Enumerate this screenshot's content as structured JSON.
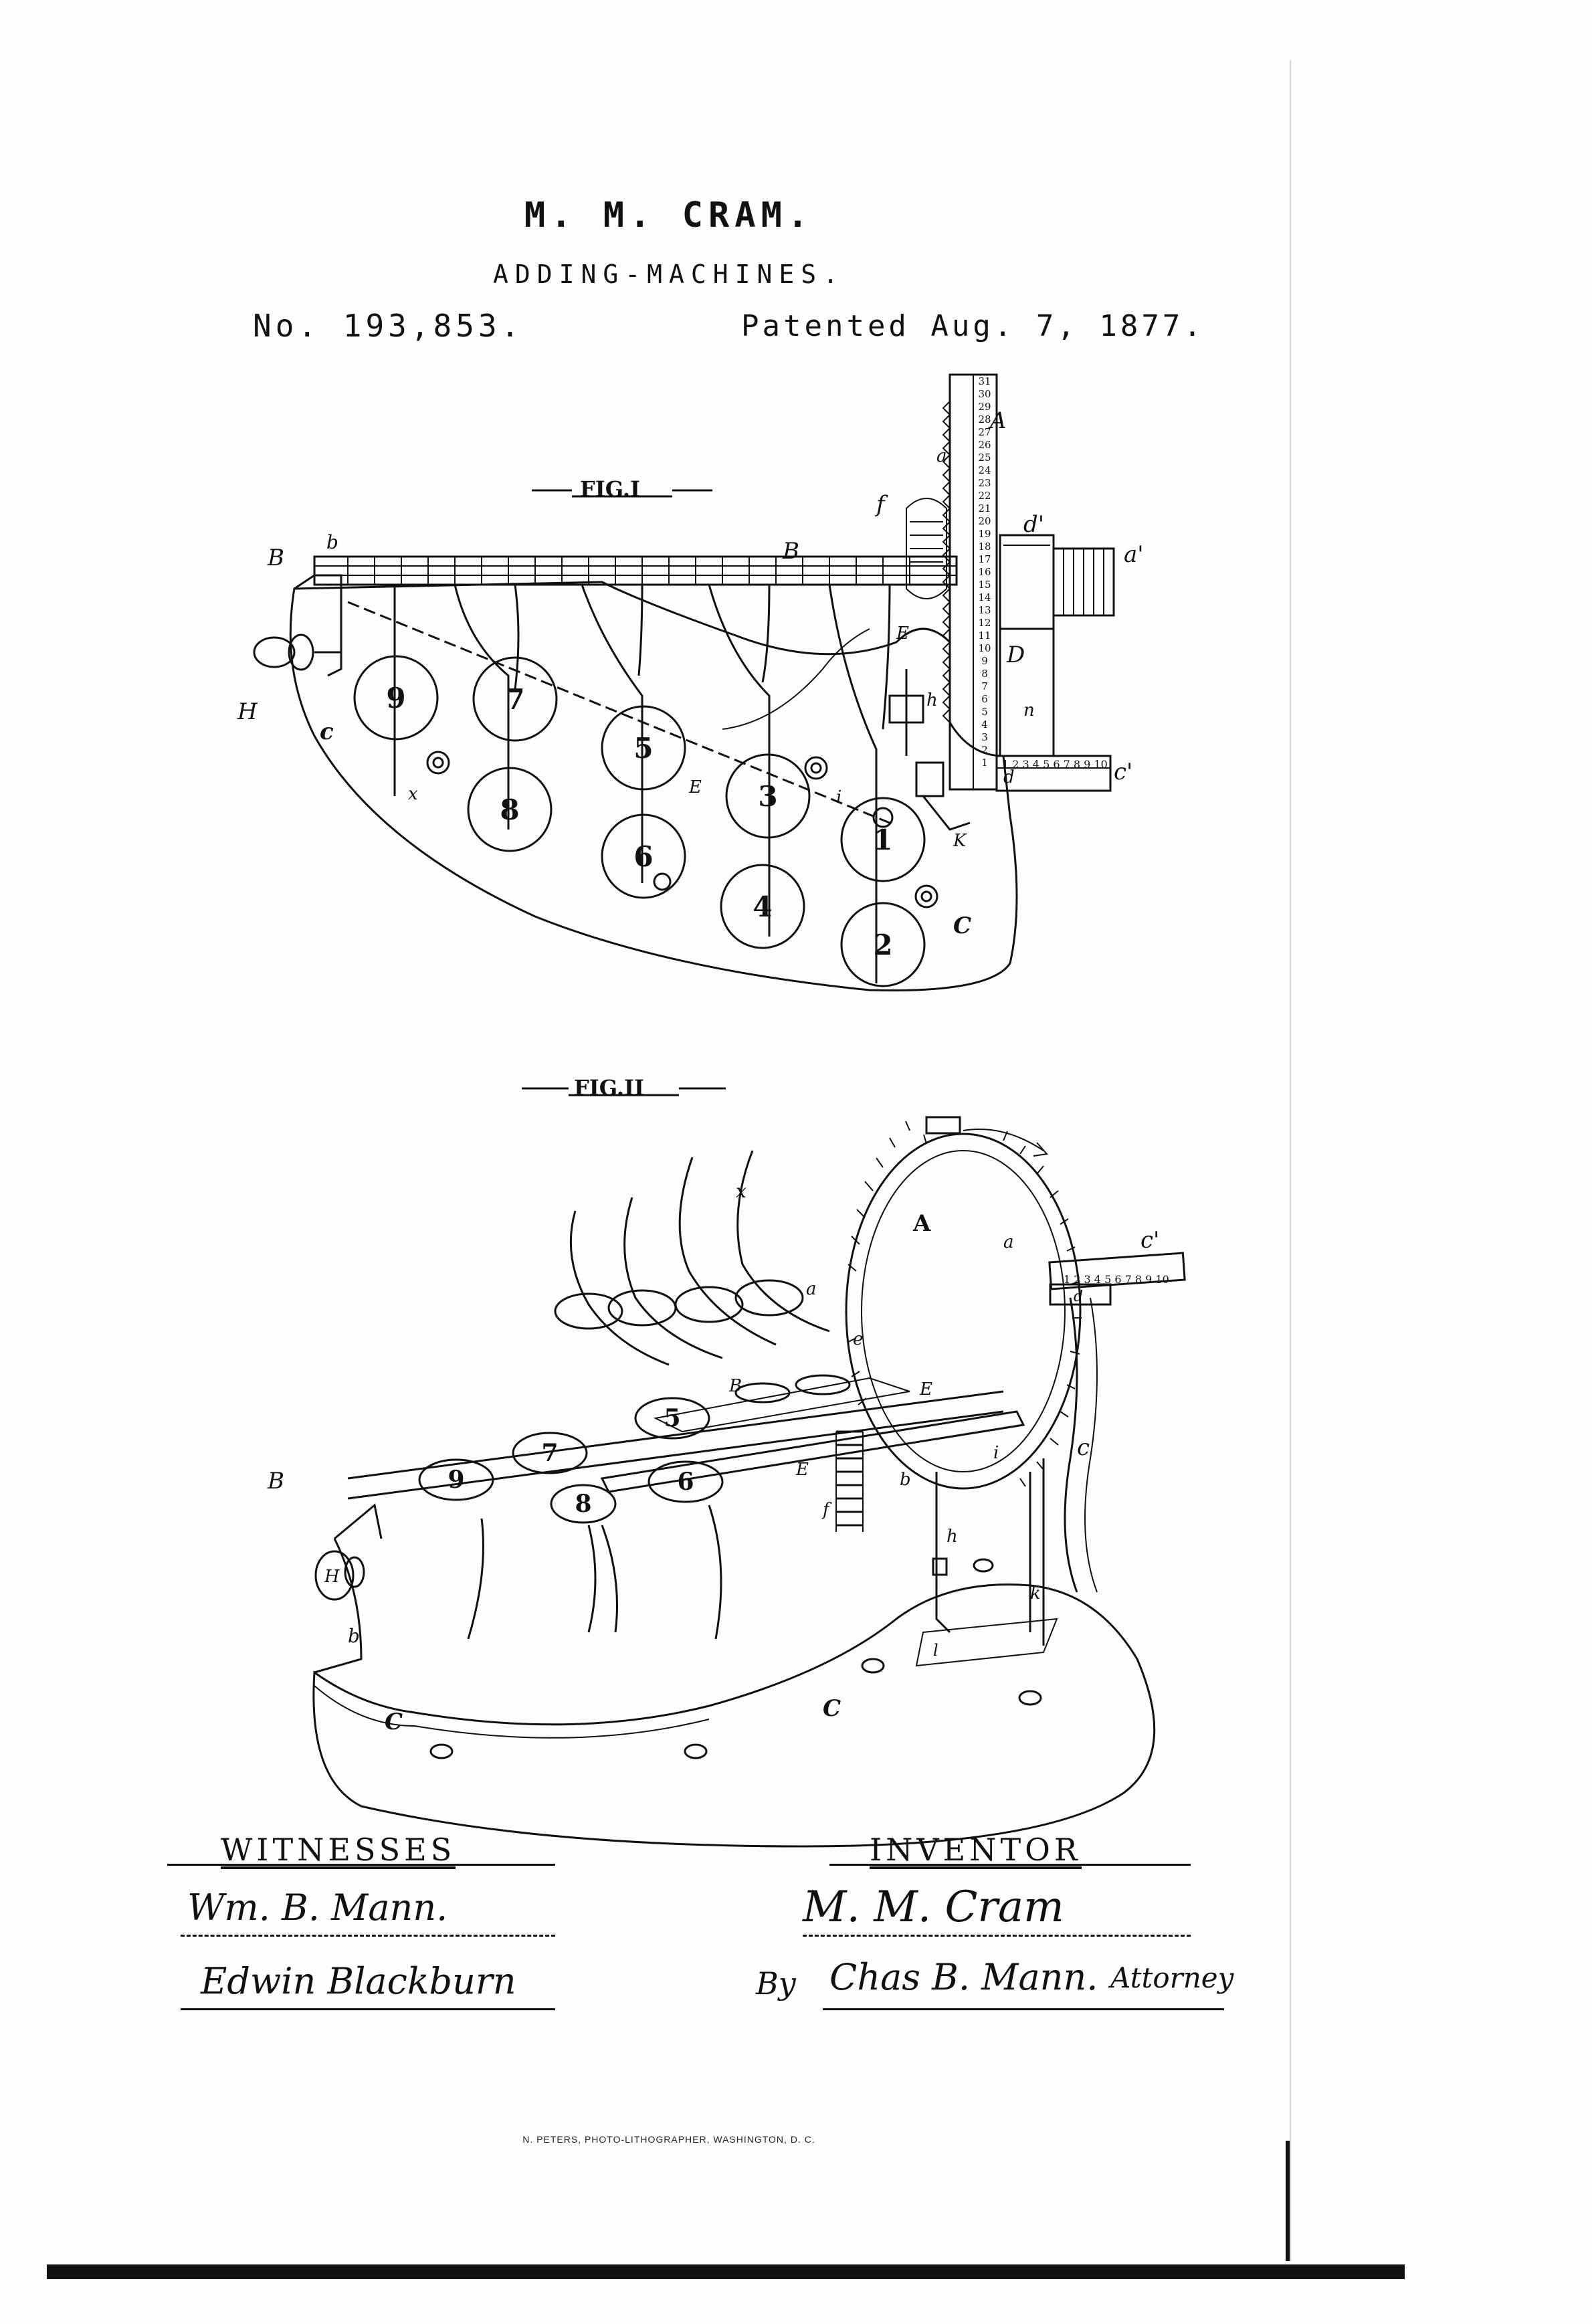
{
  "header": {
    "inventor": "M. M. CRAM.",
    "title": "ADDING-MACHINES.",
    "patent_no": "No. 193,853.",
    "patented": "Patented Aug. 7, 1877."
  },
  "figures": {
    "fig1_label": "FIG.I",
    "fig2_label": "FIG.II"
  },
  "fig1": {
    "keys": [
      "9",
      "7",
      "5",
      "3",
      "1",
      "8",
      "6",
      "4",
      "2"
    ],
    "letters": {
      "A": "A",
      "B1": "B",
      "B2": "B",
      "b": "b",
      "H": "H",
      "C": "C",
      "c": "c",
      "a": "a",
      "f": "f",
      "d1": "d'",
      "a1": "a'",
      "D": "D",
      "E1": "E",
      "E2": "E",
      "h": "h",
      "n": "n",
      "c1": "c'",
      "d": "d",
      "k": "K",
      "i": "i",
      "x": "x"
    },
    "scale": "1 2 3 4 5 6 7 8 9 10",
    "column_numbers": [
      "31",
      "30",
      "29",
      "28",
      "27",
      "26",
      "25",
      "24",
      "23",
      "22",
      "21",
      "20",
      "19",
      "18",
      "17",
      "16",
      "15",
      "14",
      "13",
      "12",
      "11",
      "10",
      "9",
      "8",
      "7",
      "6",
      "5",
      "4",
      "3",
      "2",
      "1"
    ]
  },
  "fig2": {
    "keys": [
      "9",
      "7",
      "5",
      "8",
      "6"
    ],
    "letters": {
      "A": "A",
      "a1": "a",
      "a2": "a",
      "c1": "c'",
      "d": "d",
      "e": "e",
      "E1": "E",
      "E2": "E",
      "B1": "B",
      "B2": "B",
      "f": "f",
      "b1": "b",
      "b2": "b",
      "h": "h",
      "i": "i",
      "k": "k",
      "l": "l",
      "H": "H",
      "C1": "C",
      "C2": "C",
      "c": "c",
      "x": "x"
    },
    "scale": "1 2 3 4 5 6 7 8 9 10"
  },
  "witnesses": {
    "heading": "WITNESSES",
    "sig1": "Wm. B. Mann.",
    "sig2": "Edwin Blackburn"
  },
  "inventor_block": {
    "heading": "INVENTOR",
    "sig": "M. M. Cram",
    "by": "By",
    "attorney": "Chas B. Mann.",
    "attorney_title": "Attorney"
  },
  "imprint": "N. PETERS, PHOTO-LITHOGRAPHER, WASHINGTON, D. C."
}
